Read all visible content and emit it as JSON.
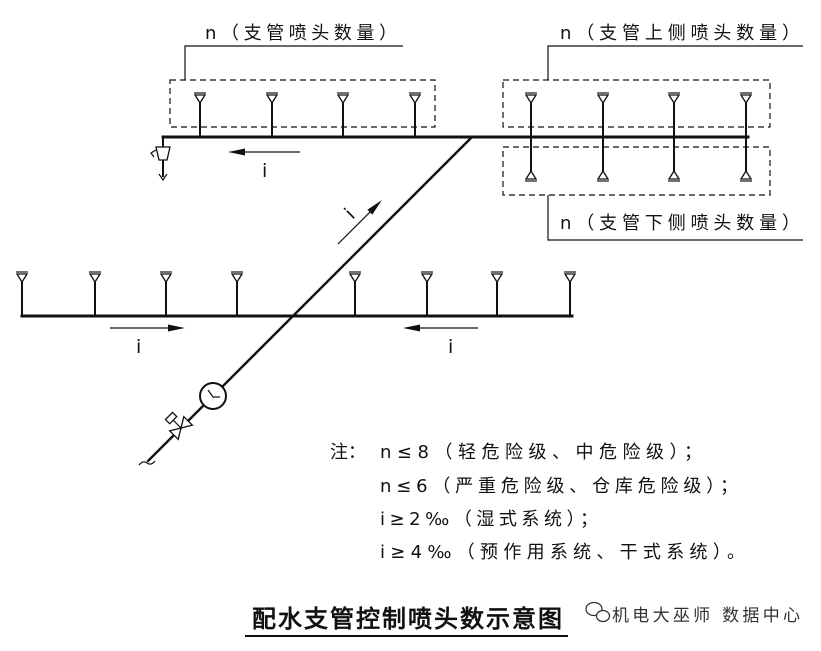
{
  "labels": {
    "branch_sprinkler_count": "n（支管喷头数量）",
    "upper_side_sprinkler_count": "n（支管上侧喷头数量）",
    "lower_side_sprinkler_count": "n（支管下侧喷头数量）"
  },
  "slope_symbol": "i",
  "notes": {
    "prefix": "注：",
    "lines": [
      "n≤8（轻危险级、中危险级）；",
      "n≤6（严重危险级、仓库危险级）；",
      "i≥2‰（湿式系统）；",
      "i≥4‰（预作用系统、干式系统）。"
    ]
  },
  "title": "配水支管控制喷头数示意图",
  "watermark": {
    "icon": "wechat-icon",
    "text": "机电大巫师 数据中心"
  },
  "colors": {
    "ink": "#111111",
    "background": "#ffffff",
    "watermark": "#333333"
  }
}
